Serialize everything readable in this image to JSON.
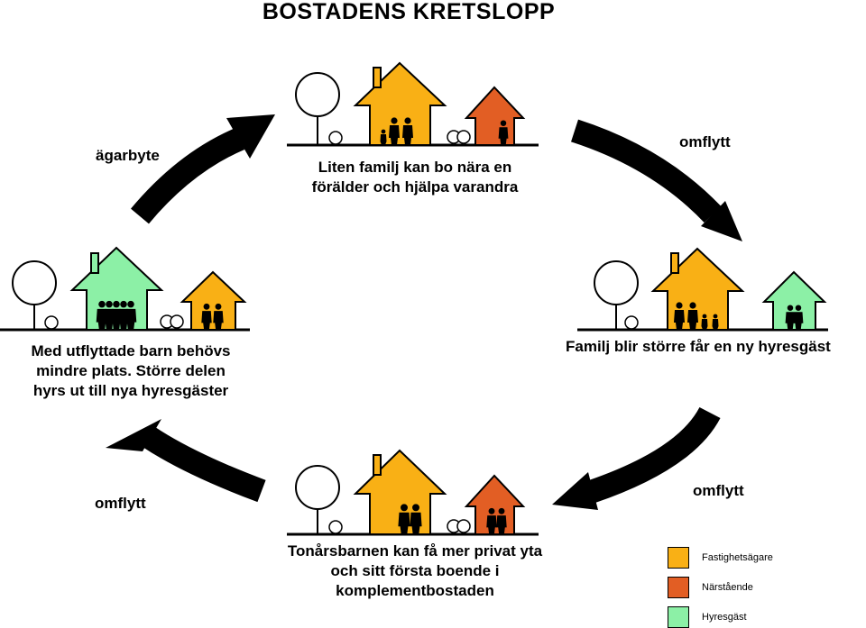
{
  "title": "BOSTADENS KRETSLOPP",
  "colors": {
    "owner": "#F9B015",
    "relative": "#E25E24",
    "tenant": "#8CF0A6"
  },
  "stages": {
    "top": {
      "caption": [
        "Liten familj kan bo nära en",
        "förälder och hjälpa varandra"
      ]
    },
    "right": {
      "caption": [
        "Familj blir större får en ny hyresgäst"
      ]
    },
    "bottom": {
      "caption": [
        "Tonårsbarnen kan få mer privat yta",
        "och sitt första boende i",
        "komplementbostaden"
      ]
    },
    "left": {
      "caption": [
        "Med utflyttade barn behövs",
        "mindre plats. Större delen",
        "hyrs ut till nya hyresgäster"
      ]
    }
  },
  "arrows": {
    "top_left": "ägarbyte",
    "top_right": "omflytt",
    "bottom_right": "omflytt",
    "bottom_left": "omflytt"
  },
  "legend": [
    {
      "label": "Fastighetsägare",
      "color": "#F9B015"
    },
    {
      "label": "Närstående",
      "color": "#E25E24"
    },
    {
      "label": "Hyresgäst",
      "color": "#8CF0A6"
    }
  ]
}
